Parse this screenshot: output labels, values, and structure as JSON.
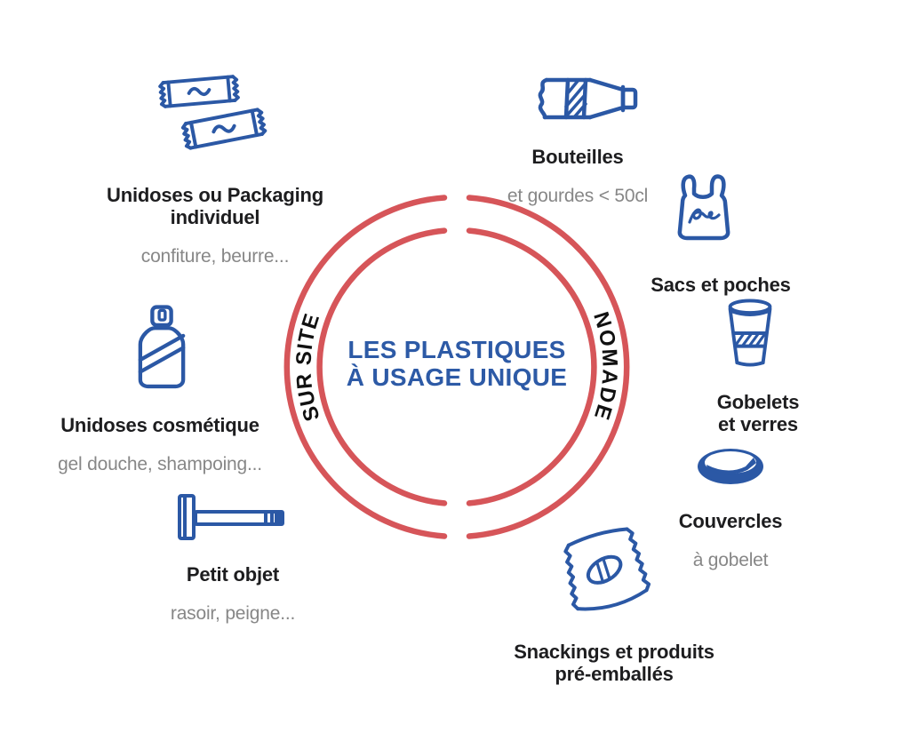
{
  "colors": {
    "ring_red": "#d65559",
    "icon_blue": "#2b58a5",
    "title_blue": "#2d5aa6",
    "label_black": "#1d1d1f",
    "sublabel_gray": "#878787"
  },
  "center": {
    "title": "LES PLASTIQUES\nÀ USAGE UNIQUE",
    "arc_left_label": "SUR SITE",
    "arc_right_label": "NOMADE"
  },
  "items": [
    {
      "id": "unidoses-packaging",
      "icon": "sachet-icon",
      "label": "Unidoses ou Packaging\nindividuel",
      "sublabel": "confiture, beurre..."
    },
    {
      "id": "unidoses-cosmetique",
      "icon": "cosmetic-bottle-icon",
      "label": "Unidoses cosmétique",
      "sublabel": "gel douche, shampoing..."
    },
    {
      "id": "petit-objet",
      "icon": "razor-icon",
      "label": "Petit objet",
      "sublabel": "rasoir, peigne..."
    },
    {
      "id": "bouteilles",
      "icon": "bottle-icon",
      "label": "Bouteilles",
      "sublabel": "et gourdes < 50cl"
    },
    {
      "id": "sacs-et-poches",
      "icon": "plastic-bag-icon",
      "label": "Sacs et poches"
    },
    {
      "id": "gobelets-et-verres",
      "icon": "cup-icon",
      "label": "Gobelets\net verres"
    },
    {
      "id": "couvercles",
      "icon": "cup-lid-icon",
      "label": "Couvercles",
      "sublabel": "à gobelet"
    },
    {
      "id": "snackings",
      "icon": "snack-wrapper-icon",
      "label": "Snackings et produits\npré-emballés"
    }
  ]
}
